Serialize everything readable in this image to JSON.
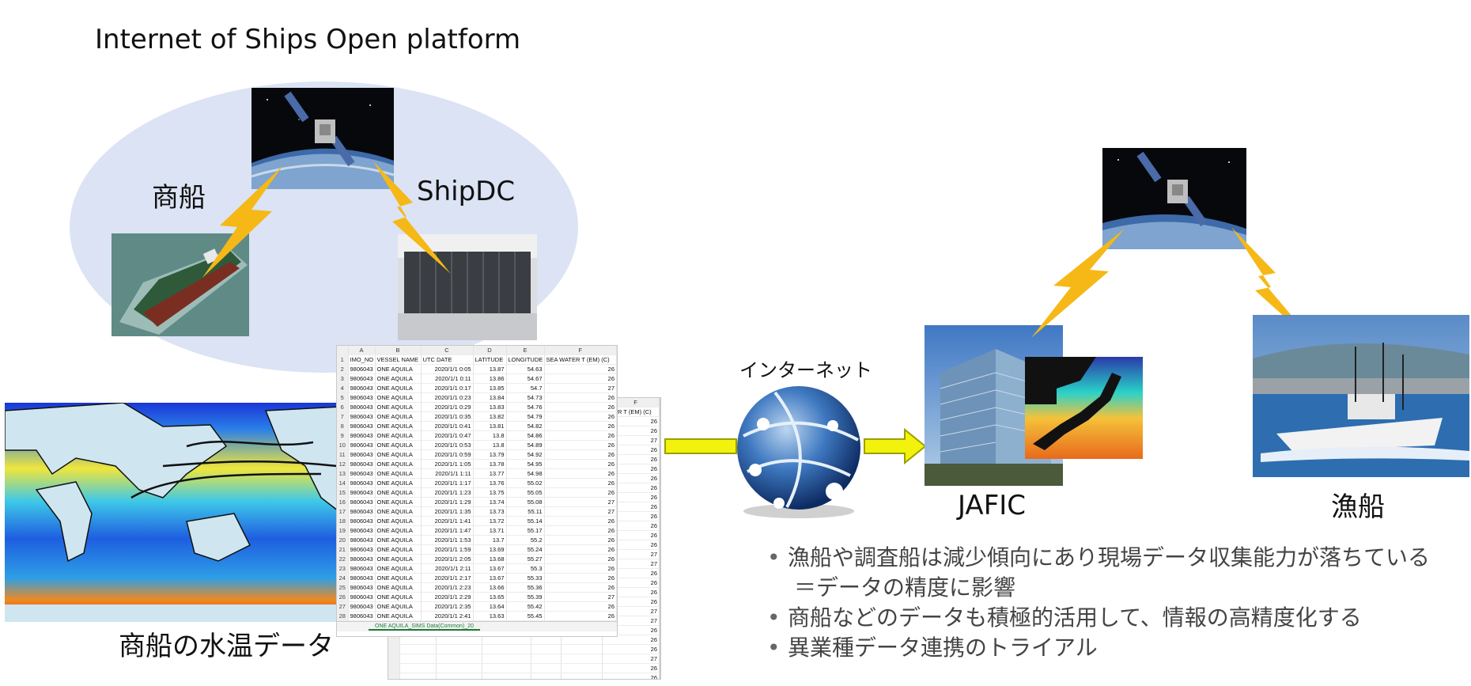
{
  "title": "Internet of Ships Open platform",
  "labels": {
    "merchant_ship": "商船",
    "shipdc": "ShipDC",
    "internet": "インターネット",
    "jafic": "JAFIC",
    "fishing_boat": "漁船",
    "sst_caption": "商船の水温データ"
  },
  "spreadsheet": {
    "col_letters": [
      "A",
      "B",
      "C",
      "D",
      "E",
      "F"
    ],
    "headers": [
      "IMO_NO",
      "VESSEL NAME",
      "UTC DATE",
      "LATITUDE",
      "LONGITUDE",
      "SEA WATER T (EM) (C)"
    ],
    "rows": [
      [
        "9806043",
        "ONE AQUILA",
        "2020/1/1 0:05",
        "13.87",
        "54.63",
        "26"
      ],
      [
        "9806043",
        "ONE AQUILA",
        "2020/1/1 0:11",
        "13.86",
        "54.67",
        "26"
      ],
      [
        "9806043",
        "ONE AQUILA",
        "2020/1/1 0:17",
        "13.85",
        "54.7",
        "27"
      ],
      [
        "9806043",
        "ONE AQUILA",
        "2020/1/1 0:23",
        "13.84",
        "54.73",
        "26"
      ],
      [
        "9806043",
        "ONE AQUILA",
        "2020/1/1 0:29",
        "13.83",
        "54.76",
        "26"
      ],
      [
        "9806043",
        "ONE AQUILA",
        "2020/1/1 0:35",
        "13.82",
        "54.79",
        "26"
      ],
      [
        "9806043",
        "ONE AQUILA",
        "2020/1/1 0:41",
        "13.81",
        "54.82",
        "26"
      ],
      [
        "9806043",
        "ONE AQUILA",
        "2020/1/1 0:47",
        "13.8",
        "54.86",
        "26"
      ],
      [
        "9806043",
        "ONE AQUILA",
        "2020/1/1 0:53",
        "13.8",
        "54.89",
        "26"
      ],
      [
        "9806043",
        "ONE AQUILA",
        "2020/1/1 0:59",
        "13.79",
        "54.92",
        "26"
      ],
      [
        "9806043",
        "ONE AQUILA",
        "2020/1/1 1:05",
        "13.78",
        "54.95",
        "26"
      ],
      [
        "9806043",
        "ONE AQUILA",
        "2020/1/1 1:11",
        "13.77",
        "54.98",
        "26"
      ],
      [
        "9806043",
        "ONE AQUILA",
        "2020/1/1 1:17",
        "13.76",
        "55.02",
        "26"
      ],
      [
        "9806043",
        "ONE AQUILA",
        "2020/1/1 1:23",
        "13.75",
        "55.05",
        "26"
      ],
      [
        "9806043",
        "ONE AQUILA",
        "2020/1/1 1:29",
        "13.74",
        "55.08",
        "27"
      ],
      [
        "9806043",
        "ONE AQUILA",
        "2020/1/1 1:35",
        "13.73",
        "55.11",
        "27"
      ],
      [
        "9806043",
        "ONE AQUILA",
        "2020/1/1 1:41",
        "13.72",
        "55.14",
        "26"
      ],
      [
        "9806043",
        "ONE AQUILA",
        "2020/1/1 1:47",
        "13.71",
        "55.17",
        "26"
      ],
      [
        "9806043",
        "ONE AQUILA",
        "2020/1/1 1:53",
        "13.7",
        "55.2",
        "26"
      ],
      [
        "9806043",
        "ONE AQUILA",
        "2020/1/1 1:59",
        "13.69",
        "55.24",
        "26"
      ],
      [
        "9806043",
        "ONE AQUILA",
        "2020/1/1 2:05",
        "13.68",
        "55.27",
        "26"
      ],
      [
        "9806043",
        "ONE AQUILA",
        "2020/1/1 2:11",
        "13.67",
        "55.3",
        "26"
      ],
      [
        "9806043",
        "ONE AQUILA",
        "2020/1/1 2:17",
        "13.67",
        "55.33",
        "26"
      ],
      [
        "9806043",
        "ONE AQUILA",
        "2020/1/1 2:23",
        "13.66",
        "55.36",
        "26"
      ],
      [
        "9806043",
        "ONE AQUILA",
        "2020/1/1 2:29",
        "13.65",
        "55.39",
        "27"
      ],
      [
        "9806043",
        "ONE AQUILA",
        "2020/1/1 2:35",
        "13.64",
        "55.42",
        "26"
      ],
      [
        "9806043",
        "ONE AQUILA",
        "2020/1/1 2:41",
        "13.63",
        "55.45",
        "26"
      ]
    ],
    "sheet_tab": "ONE AQUILA_SIMS Data(Common)_20",
    "back_col_letter": "F",
    "back_header": "ER T (EM) (C)",
    "back_values": [
      "26",
      "26",
      "27",
      "26",
      "26",
      "26",
      "26",
      "26",
      "26",
      "26",
      "26",
      "26",
      "26",
      "26",
      "27",
      "27",
      "26",
      "26",
      "26",
      "26",
      "27",
      "27",
      "26",
      "26",
      "26",
      "27",
      "26",
      "26"
    ]
  },
  "bullets": [
    "漁船や調査船は減少傾向にあり現場データ収集能力が落ちている",
    "＝データの精度に影響",
    "商船などのデータも積極的活用して、情報の高精度化する",
    "異業種データ連携のトライアル"
  ],
  "colors": {
    "ellipse": "#dbe3f4",
    "bolt": "#f5b816",
    "arrow_fill": "#f2f20c",
    "arrow_stroke": "#9aa000"
  }
}
